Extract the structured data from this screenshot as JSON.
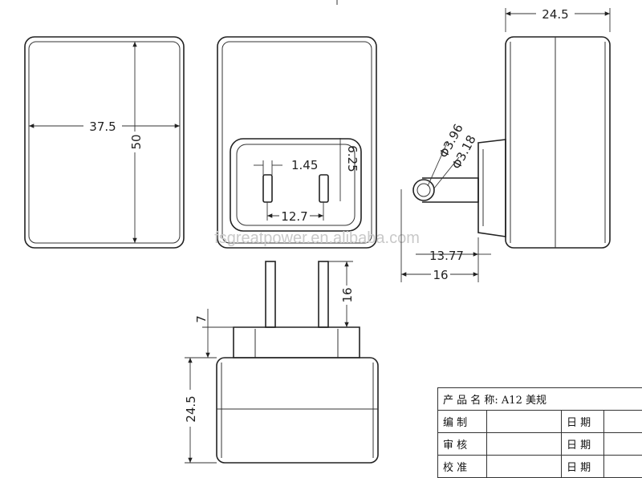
{
  "watermark": "fsgreatpower.en.alibaba.com",
  "dimensions": {
    "front_width": "37.5",
    "front_height": "50",
    "pin_gap_top": "1.45",
    "socket_depth": "6.25",
    "pin_spacing": "12.7",
    "side_depth": "24.5",
    "pin_dia_outer": "Φ3.96",
    "pin_dia_inner": "Φ3.18",
    "pin_len_a": "13.77",
    "pin_len_b": "16",
    "pin_height": "16",
    "shoulder": "7",
    "bottom_depth": "24.5"
  },
  "title_block": {
    "product_label": "产 品 名 称:",
    "product_value": "A12 美规",
    "row1_label": "编 制",
    "row1_date": "日 期",
    "row2_label": "审 核",
    "row2_date": "日 期",
    "row3_label": "校 准",
    "row3_date": "日 期"
  }
}
